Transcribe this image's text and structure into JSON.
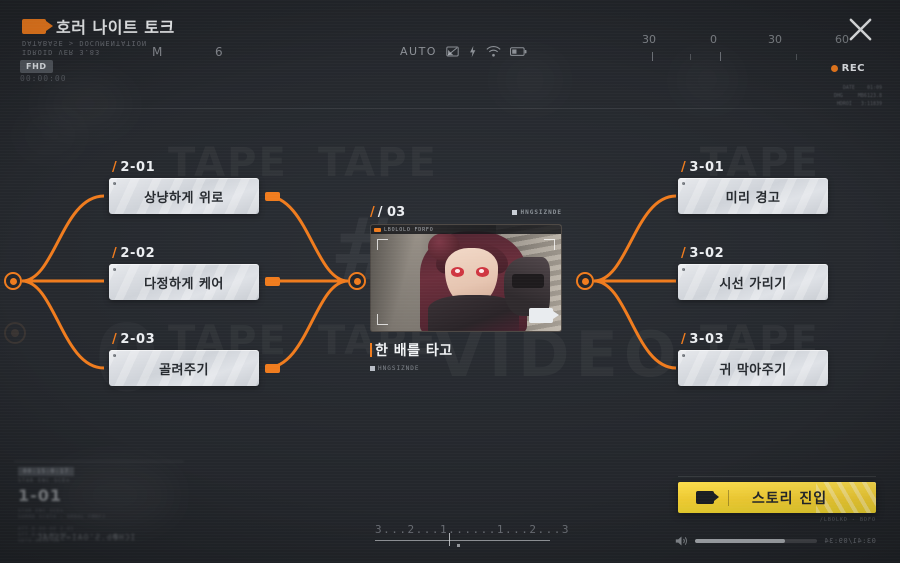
{
  "header": {
    "title": "호러 나이트 토크",
    "cam_icon": "video-camera-icon",
    "meta_line1": "IDROID VER 3.83",
    "meta_line2": "DATABASE > DOCUMENTATION",
    "hud_mode": "M",
    "hud_value": "6",
    "resolution_badge": "FHD",
    "timecode": "00:00:00",
    "auto_label": "AUTO",
    "rec_label": "REC",
    "close_icon": "close-icon",
    "hud_block": "DATE    01:09\nDHG     MB6123.8\nHDROI   3:11839",
    "scale_ticks": [
      "30",
      "0",
      "30",
      "60"
    ]
  },
  "graph": {
    "left_branch": [
      {
        "id": "2-01",
        "label": "/ 2-01",
        "text": "상냥하게 위로"
      },
      {
        "id": "2-02",
        "label": "/ 2-02",
        "text": "다정하게 케어"
      },
      {
        "id": "2-03",
        "label": "/ 2-03",
        "text": "골려주기"
      }
    ],
    "right_branch": [
      {
        "id": "3-01",
        "label": "/ 3-01",
        "text": "미리 경고"
      },
      {
        "id": "3-02",
        "label": "/ 3-02",
        "text": "시선 가리기"
      },
      {
        "id": "3-03",
        "label": "/ 3-03",
        "text": "귀 막아주기"
      }
    ],
    "center": {
      "label": "/ 03",
      "tag": "HNGSIZNDE",
      "thumb_header": "LBOLOLO FDRFO",
      "title": "한 배를 타고",
      "subtag": "HNGSIZNDE"
    }
  },
  "background": {
    "watermark_tape": "TAPE",
    "watermark_hash": "#",
    "watermark_video": "VIDEO",
    "watermark_zero": "0"
  },
  "bottom": {
    "left_panel": {
      "tag": "00:15:0:17",
      "sub": "STAR ENC SCEn",
      "number": "1-01",
      "meta": "STAR ENC SCEn\nSORRD SCOTA : ORDAL FMRFJ\n\nATT.D-OO:OO 2-O1\nSTT.D-OO:OO:00\nSDTO:OOSO:OO",
      "foot": "Ob.S'OAI=SSDAC",
      "foot2": "ICHP"
    },
    "timeline": {
      "marks": "3...2...1......1...2...3"
    },
    "story_button": {
      "label": "스토리 진입",
      "icon": "video-camera-icon",
      "code": "/LBOLKD - BDFO"
    },
    "audio": {
      "icon": "speaker-icon",
      "time": "03:41/09:34",
      "progress": "74"
    }
  },
  "colors": {
    "accent": "#f07c1e",
    "highlight": "#f5d033",
    "bg": "#23262b",
    "card": "#dfe2e7"
  }
}
